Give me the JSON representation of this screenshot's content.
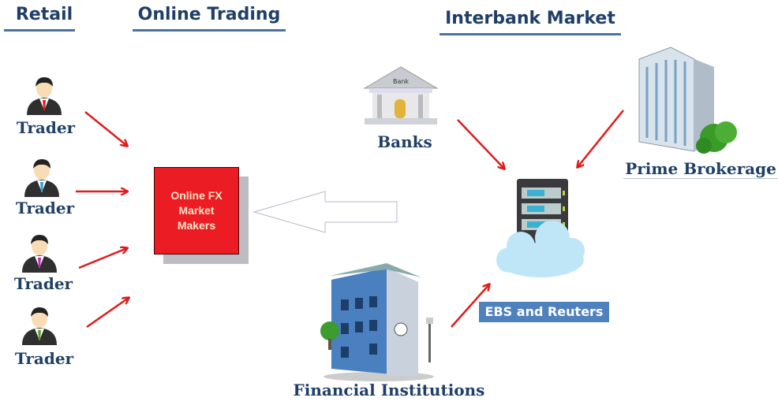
{
  "headers": {
    "retail": "Retail",
    "online": "Online Trading",
    "interbank": "Interbank Market"
  },
  "traders": [
    "Trader",
    "Trader",
    "Trader",
    "Trader"
  ],
  "market_makers": {
    "line1": "Online FX",
    "line2": "Market",
    "line3": "Makers"
  },
  "banks": {
    "label": "Banks",
    "sign": "Bank"
  },
  "prime": "Prime Brokerage",
  "ebs": "EBS and Reuters",
  "financial": "Financial Institutions",
  "colors": {
    "arrow": "#e01b1b",
    "header": "#1f3f66",
    "box": "#ec1c24",
    "ebs": "#4f81bd"
  }
}
